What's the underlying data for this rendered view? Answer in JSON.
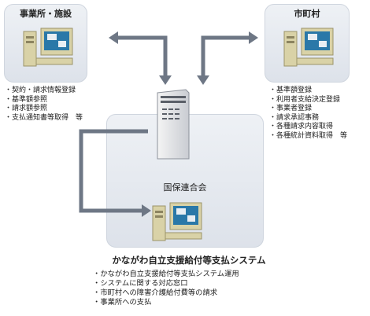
{
  "office": {
    "title": "事業所・施設",
    "items": [
      "契約・請求情報登録",
      "基準額参照",
      "請求額参照",
      "支払通知書等取得　等"
    ]
  },
  "municipality": {
    "title": "市町村",
    "items": [
      "基準額登録",
      "利用者支給決定登録",
      "事業者登録",
      "請求承認事務",
      "各種請求内容取得",
      "各種統計資料取得　等"
    ]
  },
  "federation": {
    "title": "国保連合会"
  },
  "system": {
    "title": "かながわ自立支援給付等支払システム",
    "items": [
      "かながわ自立支援給付等支払システム運用",
      "システムに関する対応窓口",
      "市町村への障害介護給付費等の請求",
      "事業所への支払"
    ]
  },
  "colors": {
    "panel_bg": "#e3e7ee",
    "arrow": "#6e7785",
    "pc_body": "#d9d2a7",
    "screen": "#2a78a8"
  }
}
